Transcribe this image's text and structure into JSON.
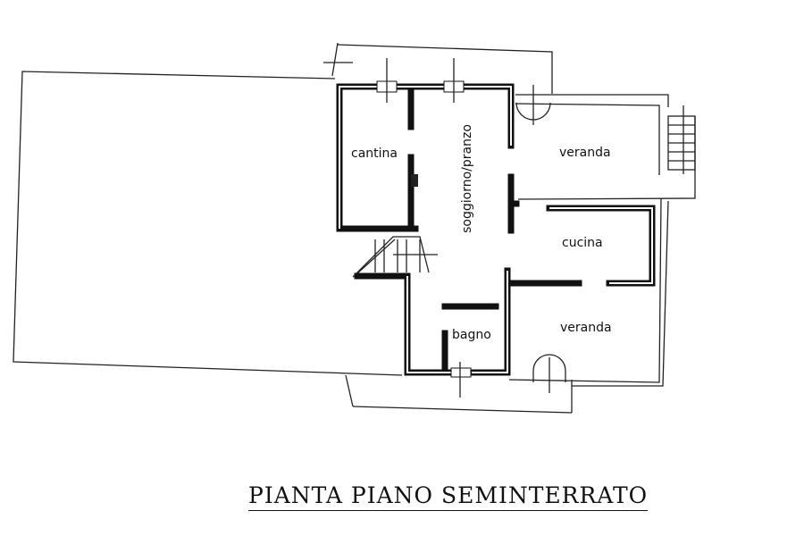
{
  "title": "PIANTA PIANO SEMINTERRATO",
  "rooms": {
    "cantina": "cantina",
    "soggiorno": "soggiorno/pranzo",
    "veranda_top": "veranda",
    "cucina": "cucina",
    "veranda_bottom": "veranda",
    "bagno": "bagno"
  }
}
